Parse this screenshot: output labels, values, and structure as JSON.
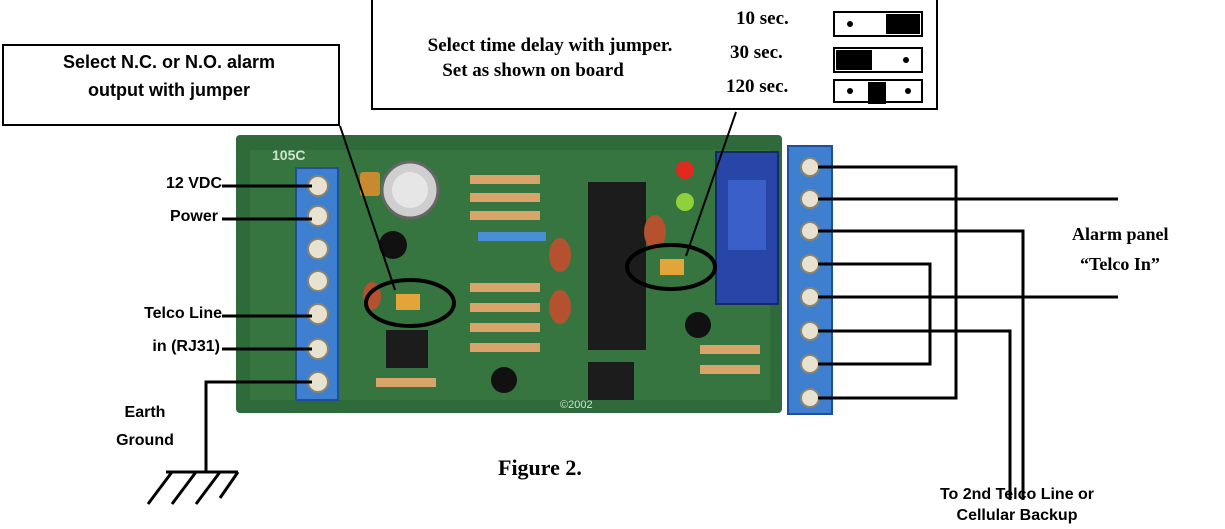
{
  "labels": {
    "nc_no_line1": "Select N.C. or N.O.  alarm",
    "nc_no_line2": "output with jumper",
    "time_delay_line1": "Select time delay with jumper.",
    "time_delay_line2": "Set as shown on board",
    "delay_10": "10 sec.",
    "delay_30": "30 sec.",
    "delay_120": "120 sec.",
    "power_line1": "12 VDC",
    "power_line2": "Power",
    "telco_line1": "Telco Line",
    "telco_line2": "in (RJ31)",
    "earth_line1": "Earth",
    "earth_line2": "Ground",
    "alarm_line1": "Alarm panel",
    "alarm_line2": "“Telco In”",
    "figure": "Figure 2.",
    "backup_line1": "To 2nd Telco Line or",
    "backup_line2": "Cellular Backup"
  },
  "colors": {
    "pcb": "#2f6b3a",
    "pcb_light": "#4f8a55",
    "terminal_block": "#3f7fd0",
    "led_red": "#e02a1f",
    "led_green": "#8fd13a",
    "relay": "#2746a8",
    "chip": "#1c1c1c",
    "capacitor": "#b4512e",
    "jumper": "#e3a53a"
  }
}
